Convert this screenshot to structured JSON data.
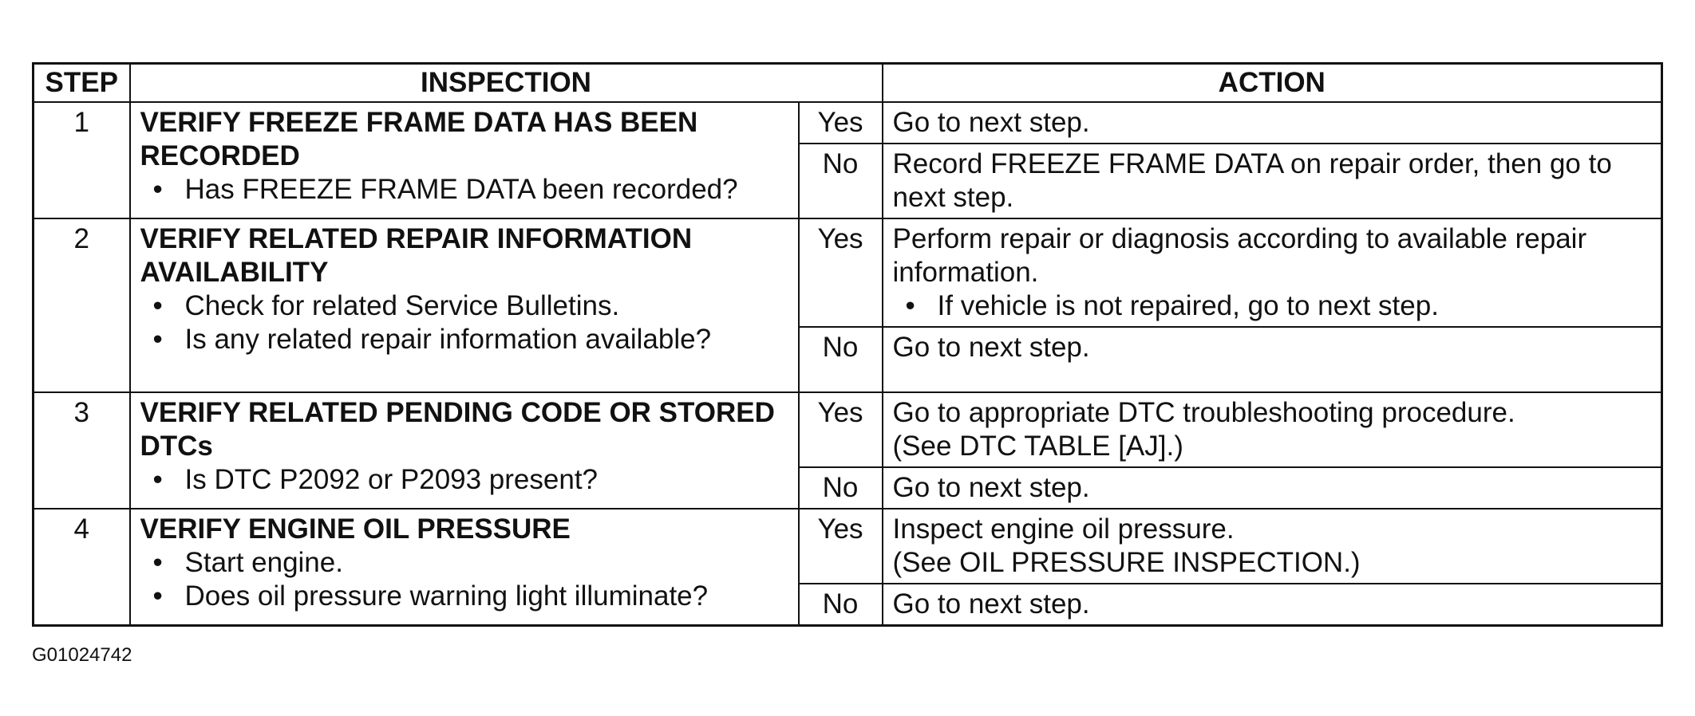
{
  "headers": {
    "step": "STEP",
    "inspection": "INSPECTION",
    "action": "ACTION"
  },
  "steps": [
    {
      "number": "1",
      "title": "VERIFY FREEZE FRAME DATA HAS BEEN RECORDED",
      "bullets": [
        "Has FREEZE FRAME DATA been recorded?"
      ],
      "yes": {
        "label": "Yes",
        "action_lines": [
          "Go to next step."
        ],
        "action_bullets": []
      },
      "no": {
        "label": "No",
        "action_lines": [
          "Record FREEZE FRAME DATA on repair order, then go to next step."
        ],
        "action_bullets": []
      }
    },
    {
      "number": "2",
      "title": "VERIFY RELATED REPAIR INFORMATION AVAILABILITY",
      "bullets": [
        "Check for related Service Bulletins.",
        "Is any related repair information available?"
      ],
      "yes": {
        "label": "Yes",
        "action_lines": [
          "Perform repair or diagnosis according to available repair information."
        ],
        "action_bullets": [
          "If vehicle is not repaired, go to next step."
        ]
      },
      "no": {
        "label": "No",
        "action_lines": [
          "Go to next step."
        ],
        "action_bullets": []
      }
    },
    {
      "number": "3",
      "title": "VERIFY RELATED PENDING CODE OR STORED DTCs",
      "bullets": [
        "Is DTC P2092 or P2093 present?"
      ],
      "yes": {
        "label": "Yes",
        "action_lines": [
          "Go to appropriate DTC troubleshooting procedure.",
          "(See DTC TABLE [AJ].)"
        ],
        "action_bullets": []
      },
      "no": {
        "label": "No",
        "action_lines": [
          "Go to next step."
        ],
        "action_bullets": []
      }
    },
    {
      "number": "4",
      "title": "VERIFY ENGINE OIL PRESSURE",
      "bullets": [
        "Start engine.",
        "Does oil pressure warning light illuminate?"
      ],
      "yes": {
        "label": "Yes",
        "action_lines": [
          "Inspect engine oil pressure.",
          "(See OIL PRESSURE INSPECTION.)"
        ],
        "action_bullets": []
      },
      "no": {
        "label": "No",
        "action_lines": [
          "Go to next step."
        ],
        "action_bullets": []
      }
    }
  ],
  "figure_id": "G01024742"
}
